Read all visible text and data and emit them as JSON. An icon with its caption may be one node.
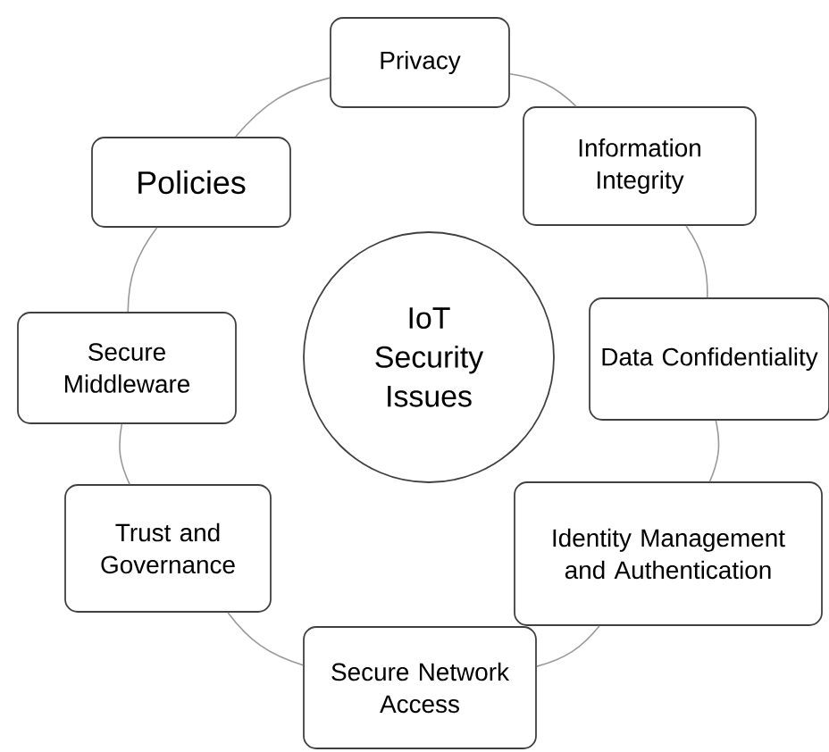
{
  "diagram": {
    "nodes": [
      {
        "text": [
          "Privacy"
        ]
      },
      {
        "text": [
          "Policies"
        ]
      },
      {
        "text": [
          "Information Integrity"
        ]
      },
      {
        "text": [
          "Secure Middleware"
        ]
      },
      {
        "text": [
          "IoT Security Issues"
        ]
      },
      {
        "text": [
          "Data Confidentiality"
        ]
      },
      {
        "text": [
          "Trust and Governance"
        ]
      },
      {
        "text": [
          "Identity Management and Authentication"
        ]
      },
      {
        "text": [
          "Secure Network Access"
        ]
      }
    ],
    "edges": [
      {
        "from": 0,
        "to": 2,
        "arrow": "none"
      },
      {
        "from": 2,
        "to": 5,
        "arrow": "none"
      },
      {
        "from": 5,
        "to": 7,
        "arrow": "none"
      },
      {
        "from": 7,
        "to": 8,
        "arrow": "none"
      },
      {
        "from": 8,
        "to": 6,
        "arrow": "none"
      },
      {
        "from": 6,
        "to": 3,
        "arrow": "none"
      },
      {
        "from": 3,
        "to": 1,
        "arrow": "none"
      },
      {
        "from": 1,
        "to": 0,
        "arrow": "none"
      }
    ]
  }
}
